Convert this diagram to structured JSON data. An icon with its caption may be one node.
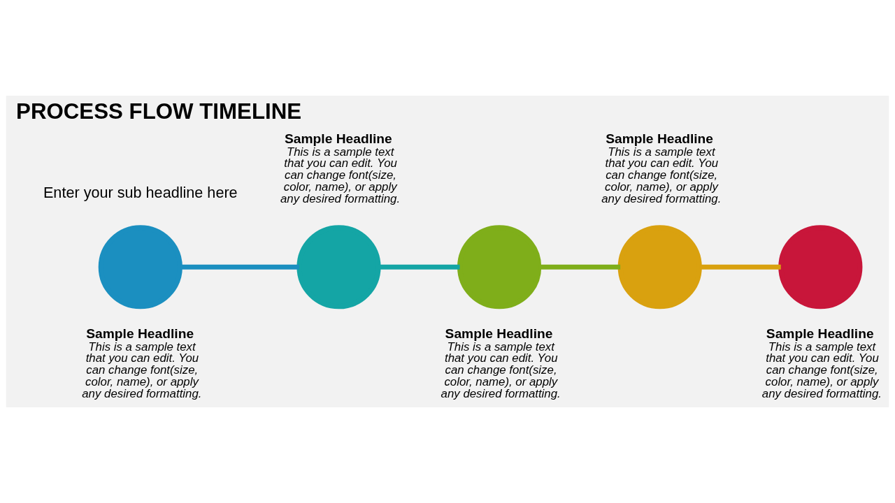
{
  "diagram": {
    "title": "PROCESS FLOW TIMELINE",
    "nodes": [
      {
        "text": [],
        "shape": "circle",
        "beside": [
          "Sample Headline",
          "This is a sample text that you can edit. You can change font(size, color, name), or apply any desired formatting."
        ]
      },
      {
        "text": [],
        "shape": "circle",
        "beside": [
          "Sample Headline",
          "This is a sample text that you can edit. You can change font(size, color, name), or apply any desired formatting."
        ]
      },
      {
        "text": [],
        "shape": "circle",
        "beside": [
          "Sample Headline",
          "This is a sample text that you can edit. You can change font(size, color, name), or apply any desired formatting."
        ]
      },
      {
        "text": [],
        "shape": "circle",
        "beside": [
          "Sample Headline",
          "This is a sample text that you can edit. You can change font(size, color, name), or apply any desired formatting."
        ]
      },
      {
        "text": [],
        "shape": "circle",
        "beside": [
          "Sample Headline",
          "This is a sample text that you can edit. You can change font(size, color, name), or apply any desired formatting."
        ]
      }
    ],
    "edges": [
      {
        "from": 0,
        "to": 1,
        "arrow": "none",
        "color": "#1b8fc0"
      },
      {
        "from": 1,
        "to": 2,
        "arrow": "none",
        "color": "#14a5a5"
      },
      {
        "from": 2,
        "to": 3,
        "arrow": "none",
        "color": "#7fae1a"
      },
      {
        "from": 3,
        "to": 4,
        "arrow": "none",
        "color": "#d9a10f"
      }
    ],
    "labels": [
      "Enter your sub headline here"
    ]
  }
}
